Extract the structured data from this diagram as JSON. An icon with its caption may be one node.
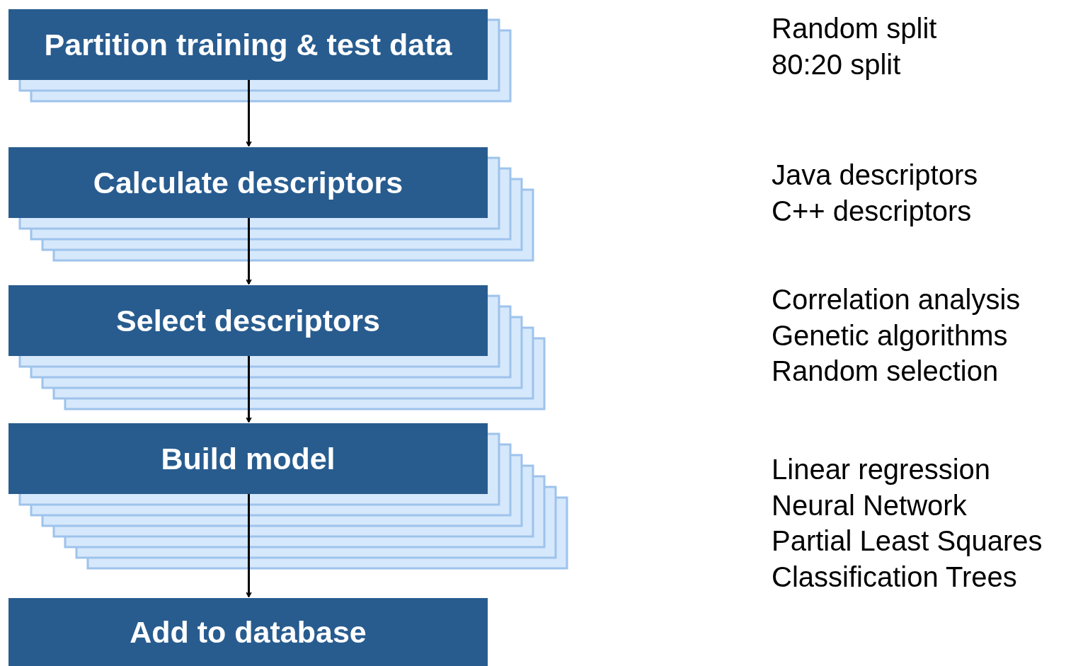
{
  "diagram": {
    "nodes": [
      {
        "text": [
          "Partition training & test data"
        ],
        "beside": [
          "Random split",
          "80:20 split"
        ]
      },
      {
        "text": [
          "Calculate descriptors"
        ],
        "beside": [
          "Java descriptors",
          "C++ descriptors"
        ]
      },
      {
        "text": [
          "Select descriptors"
        ],
        "beside": [
          "Correlation analysis",
          "Genetic algorithms",
          "Random selection"
        ]
      },
      {
        "text": [
          "Build model"
        ],
        "beside": [
          "Linear regression",
          "Neural Network",
          "Partial Least Squares",
          "Classification Trees"
        ]
      },
      {
        "text": [
          "Add to database"
        ]
      }
    ],
    "edges": [
      {
        "from": 0,
        "to": 1,
        "arrow": "to"
      },
      {
        "from": 1,
        "to": 2,
        "arrow": "to"
      },
      {
        "from": 2,
        "to": 3,
        "arrow": "to"
      },
      {
        "from": 3,
        "to": 4,
        "arrow": "to"
      }
    ]
  }
}
